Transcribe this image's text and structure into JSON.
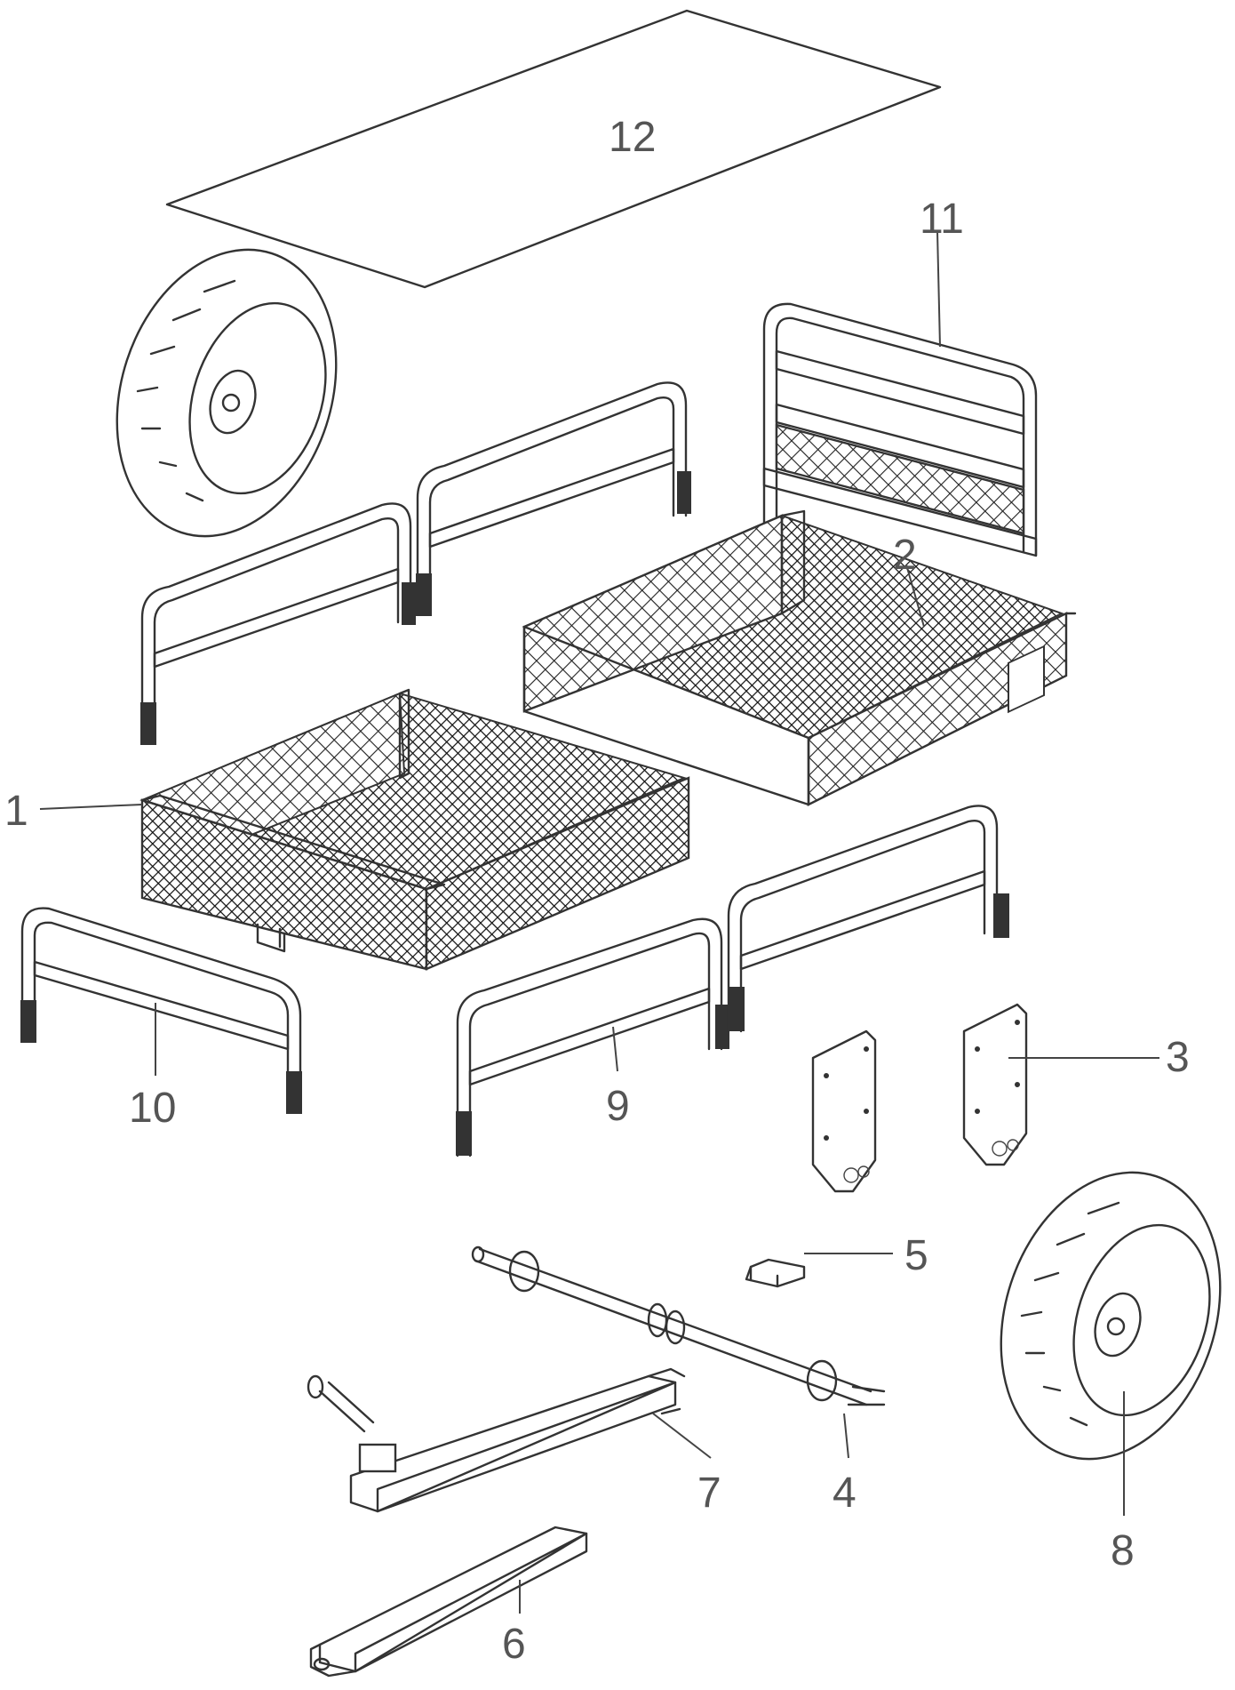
{
  "labels": {
    "p1": "1",
    "p2": "2",
    "p3": "3",
    "p4": "4",
    "p5": "5",
    "p6": "6",
    "p7": "7",
    "p8": "8",
    "p9": "9",
    "p10": "10",
    "p11": "11",
    "p12": "12"
  },
  "colors": {
    "line": "#333333",
    "label": "#555555",
    "background": "#ffffff"
  }
}
